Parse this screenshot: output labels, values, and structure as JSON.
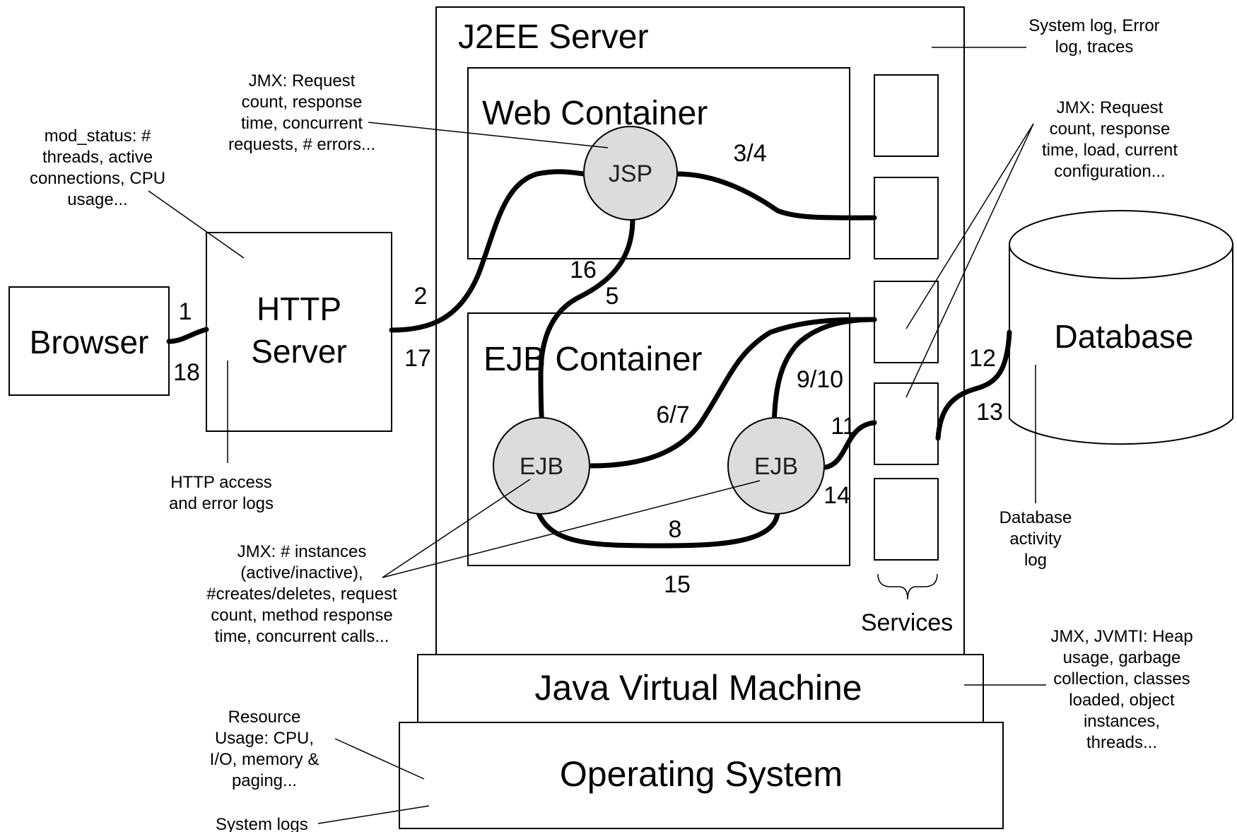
{
  "components": {
    "browser": "Browser",
    "http_server": [
      "HTTP",
      "Server"
    ],
    "j2ee_server": "J2EE Server",
    "web_container": "Web Container",
    "ejb_container": "EJB Container",
    "jsp": "JSP",
    "ejb_left": "EJB",
    "ejb_right": "EJB",
    "database": "Database",
    "jvm": "Java Virtual Machine",
    "os": "Operating System",
    "services": "Services"
  },
  "flow_labels": {
    "f1": "1",
    "f18": "18",
    "f2": "2",
    "f17": "17",
    "f3_4": "3/4",
    "f16": "16",
    "f5": "5",
    "f6_7": "6/7",
    "f9_10": "9/10",
    "f11": "11",
    "f14": "14",
    "f8": "8",
    "f15": "15",
    "f12": "12",
    "f13": "13"
  },
  "annotations": {
    "mod_status": [
      "mod_status: #",
      "threads, active",
      "connections, CPU",
      "usage..."
    ],
    "http_logs": [
      "HTTP access",
      "and error logs"
    ],
    "jmx_web": [
      "JMX: Request",
      "count, response",
      "time, concurrent",
      "requests, # errors..."
    ],
    "jmx_ejb": [
      "JMX:  # instances",
      "(active/inactive),",
      "#creates/deletes, request",
      "count, method response",
      "time, concurrent calls..."
    ],
    "system_log": [
      "System log, Error",
      "log, traces"
    ],
    "jmx_services": [
      "JMX: Request",
      "count, response",
      "time, load, current",
      "configuration..."
    ],
    "db_log": [
      "Database",
      "activity",
      "log"
    ],
    "jmx_jvm": [
      "JMX, JVMTI: Heap",
      "usage, garbage",
      "collection, classes",
      "loaded, object",
      "instances,",
      "threads..."
    ],
    "resource_usage": [
      "Resource",
      "Usage: CPU,",
      "I/O, memory &",
      "paging..."
    ],
    "system_logs": "System logs"
  }
}
